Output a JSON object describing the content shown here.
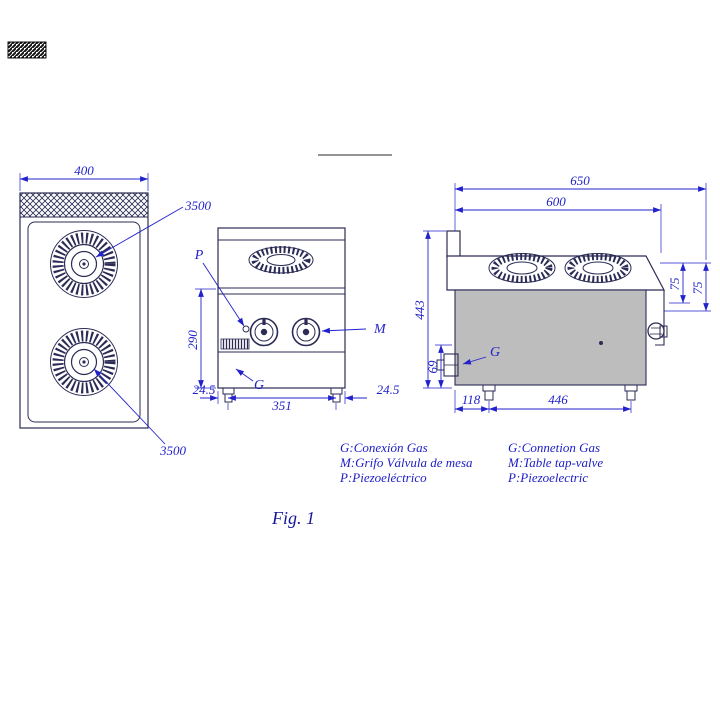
{
  "meta": {
    "caption": "Fig. 1"
  },
  "colors": {
    "line": "#2b2b55",
    "dimension": "#2222cc",
    "body_gray": "#bdbdbd"
  },
  "top_view": {
    "dim_width": "400",
    "burner_top_label": "3500",
    "burner_bottom_label": "3500"
  },
  "front_view": {
    "dim_height": "290",
    "dim_left": "24.5",
    "dim_center": "351",
    "dim_right": "24.5",
    "label_p": "P",
    "label_m": "M",
    "label_g": "G"
  },
  "side_view": {
    "dim_total": "650",
    "dim_top": "600",
    "dim_height": "443",
    "dim_lip_a": "75",
    "dim_lip_b": "75",
    "dim_base": "69",
    "dim_left_offset": "118",
    "dim_foot_span": "446",
    "label_g": "G"
  },
  "legend": {
    "es": {
      "g": "G:Conexión Gas",
      "m": "M:Grifo Válvula de mesa",
      "p": "P:Piezoeléctrico"
    },
    "en": {
      "g": "G:Connetion Gas",
      "m": "M:Table tap-valve",
      "p": "P:Piezoelectric"
    }
  }
}
